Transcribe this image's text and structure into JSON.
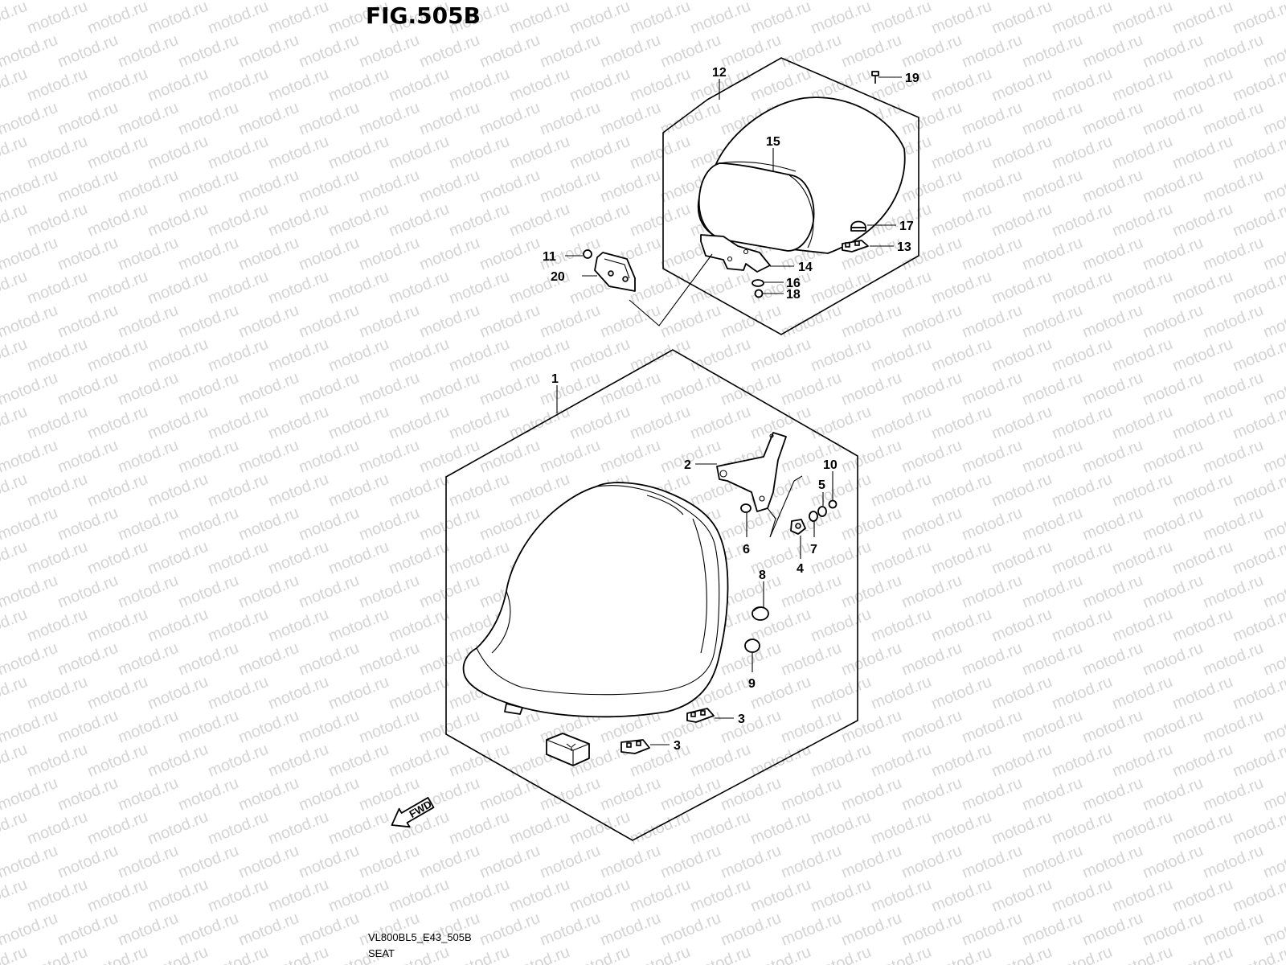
{
  "title": "FIG.505B",
  "watermark": "motod.ru",
  "footer": {
    "code": "VL800BL5_E43_505B",
    "name": "SEAT"
  },
  "fwd_label": "FWD",
  "callouts": {
    "c1": "1",
    "c2": "2",
    "c3a": "3",
    "c3b": "3",
    "c4": "4",
    "c5": "5",
    "c6": "6",
    "c7": "7",
    "c8": "8",
    "c9": "9",
    "c10": "10",
    "c11": "11",
    "c12": "12",
    "c13": "13",
    "c14": "14",
    "c15": "15",
    "c16": "16",
    "c17": "17",
    "c18": "18",
    "c19": "19",
    "c20": "20"
  }
}
